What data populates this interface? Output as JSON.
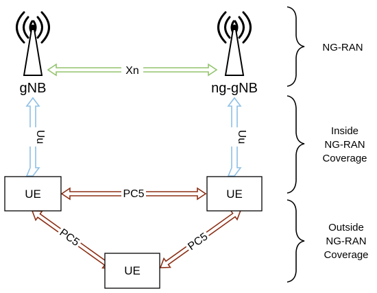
{
  "nodes": {
    "gnb": "gNB",
    "ng_gnb": "ng-gNB",
    "ue_left": "UE",
    "ue_right": "UE",
    "ue_bottom": "UE"
  },
  "links": {
    "xn": "Xn",
    "uu_left": "Uu",
    "uu_right": "Uu",
    "pc5_top": "PC5",
    "pc5_left": "PC5",
    "pc5_right": "PC5"
  },
  "regions": {
    "ng_ran": "NG-RAN",
    "inside": [
      "Inside",
      "NG-RAN",
      "Coverage"
    ],
    "outside": [
      "Outside",
      "NG-RAN",
      "Coverage"
    ]
  },
  "icons": {
    "antenna": "radio-tower-icon"
  },
  "colors": {
    "xn_arrow": "#92C36C",
    "uu_arrow": "#8EC0E6",
    "pc5_arrow": "#8B2E14",
    "node_border": "#000000"
  }
}
